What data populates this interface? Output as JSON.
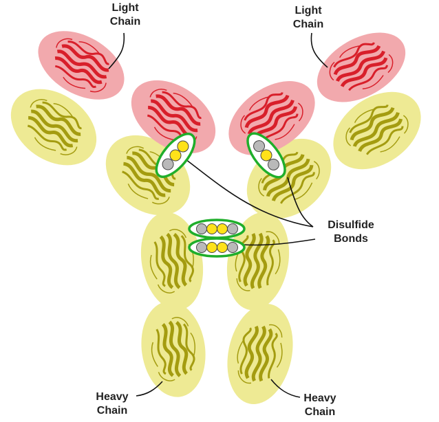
{
  "labels": {
    "light_chain_left": {
      "line1": "Light",
      "line2": "Chain"
    },
    "light_chain_right": {
      "line1": "Light",
      "line2": "Chain"
    },
    "disulfide_bonds": {
      "line1": "Disulfide",
      "line2": "Bonds"
    },
    "heavy_chain_left": {
      "line1": "Heavy",
      "line2": "Chain"
    },
    "heavy_chain_right": {
      "line1": "Heavy",
      "line2": "Chain"
    }
  },
  "colors": {
    "light_chain_halo": "#f2a9ad",
    "light_chain_ribbon": "#d81f2a",
    "heavy_chain_halo": "#eeea94",
    "heavy_chain_ribbon": "#a49c10",
    "bond_outline": "#1fae2b",
    "sulfur_atom": "#ffe21a",
    "carbon_atom": "#b9b9b9",
    "leader_line": "#111111"
  },
  "icons": {
    "bond_marker": "ellipse-bond-icon"
  }
}
